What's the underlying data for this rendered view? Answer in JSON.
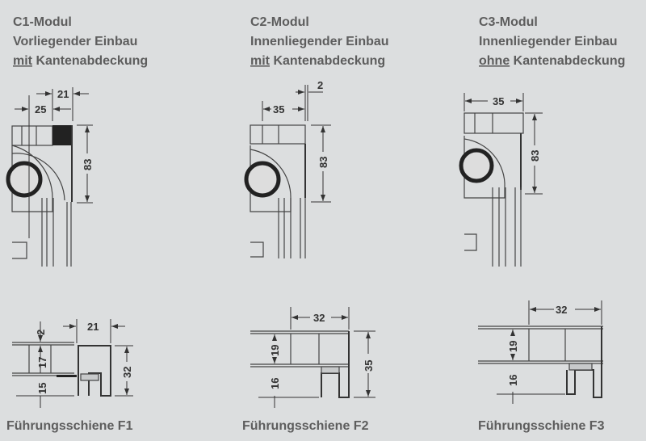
{
  "modules": [
    {
      "title": "C1-Modul",
      "line2": "Vorliegender Einbau",
      "emph": "mit",
      "rest": "Kantenabdeckung",
      "dims_top": [
        "21",
        "25",
        "83"
      ],
      "caption": "Führungsschiene F1",
      "dims_bottom": [
        "2",
        "17",
        "15",
        "21",
        "32"
      ]
    },
    {
      "title": "C2-Modul",
      "line2": "Innenliegender Einbau",
      "emph": "mit",
      "rest": "Kantenabdeckung",
      "dims_top": [
        "2",
        "35",
        "83"
      ],
      "caption": "Führungsschiene F2",
      "dims_bottom": [
        "32",
        "19",
        "16",
        "35"
      ]
    },
    {
      "title": "C3-Modul",
      "line2": "Innenliegender Einbau",
      "emph": "ohne",
      "rest": "Kantenabdeckung",
      "dims_top": [
        "35",
        "83"
      ],
      "caption": "Führungsschiene F3",
      "dims_bottom": [
        "32",
        "19",
        "16"
      ]
    }
  ]
}
